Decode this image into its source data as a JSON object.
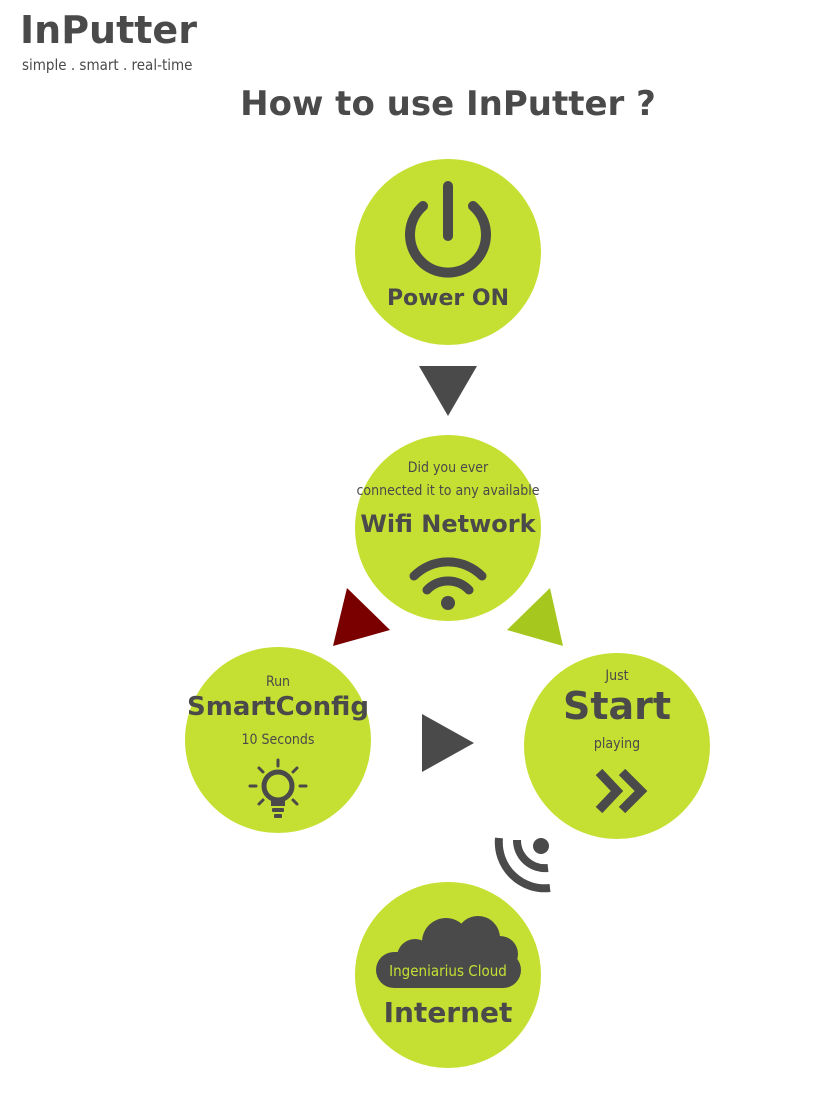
{
  "brand": {
    "name": "InPutter",
    "tagline": "simple . smart . real-time"
  },
  "title": "How to use InPutter ?",
  "colors": {
    "circle": "#c5e032",
    "dark": "#4a4a4a",
    "arrow_red": "#7a0000",
    "arrow_green": "#a6c81e"
  },
  "steps": {
    "power": {
      "label": "Power ON",
      "icon": "power-icon"
    },
    "wifi": {
      "line1": "Did you ever",
      "line2": "connected it to any available",
      "label": "Wifi Network",
      "icon": "wifi-icon"
    },
    "smartconfig": {
      "line1": "Run",
      "label": "SmartConfig",
      "line2": "10 Seconds",
      "icon": "lightbulb-icon"
    },
    "start": {
      "line1": "Just",
      "label": "Start",
      "line2": "playing",
      "icon": "fast-forward-icon"
    },
    "internet": {
      "cloud_label": "Ingeniarius Cloud",
      "label": "Internet",
      "icon": "cloud-icon"
    }
  }
}
